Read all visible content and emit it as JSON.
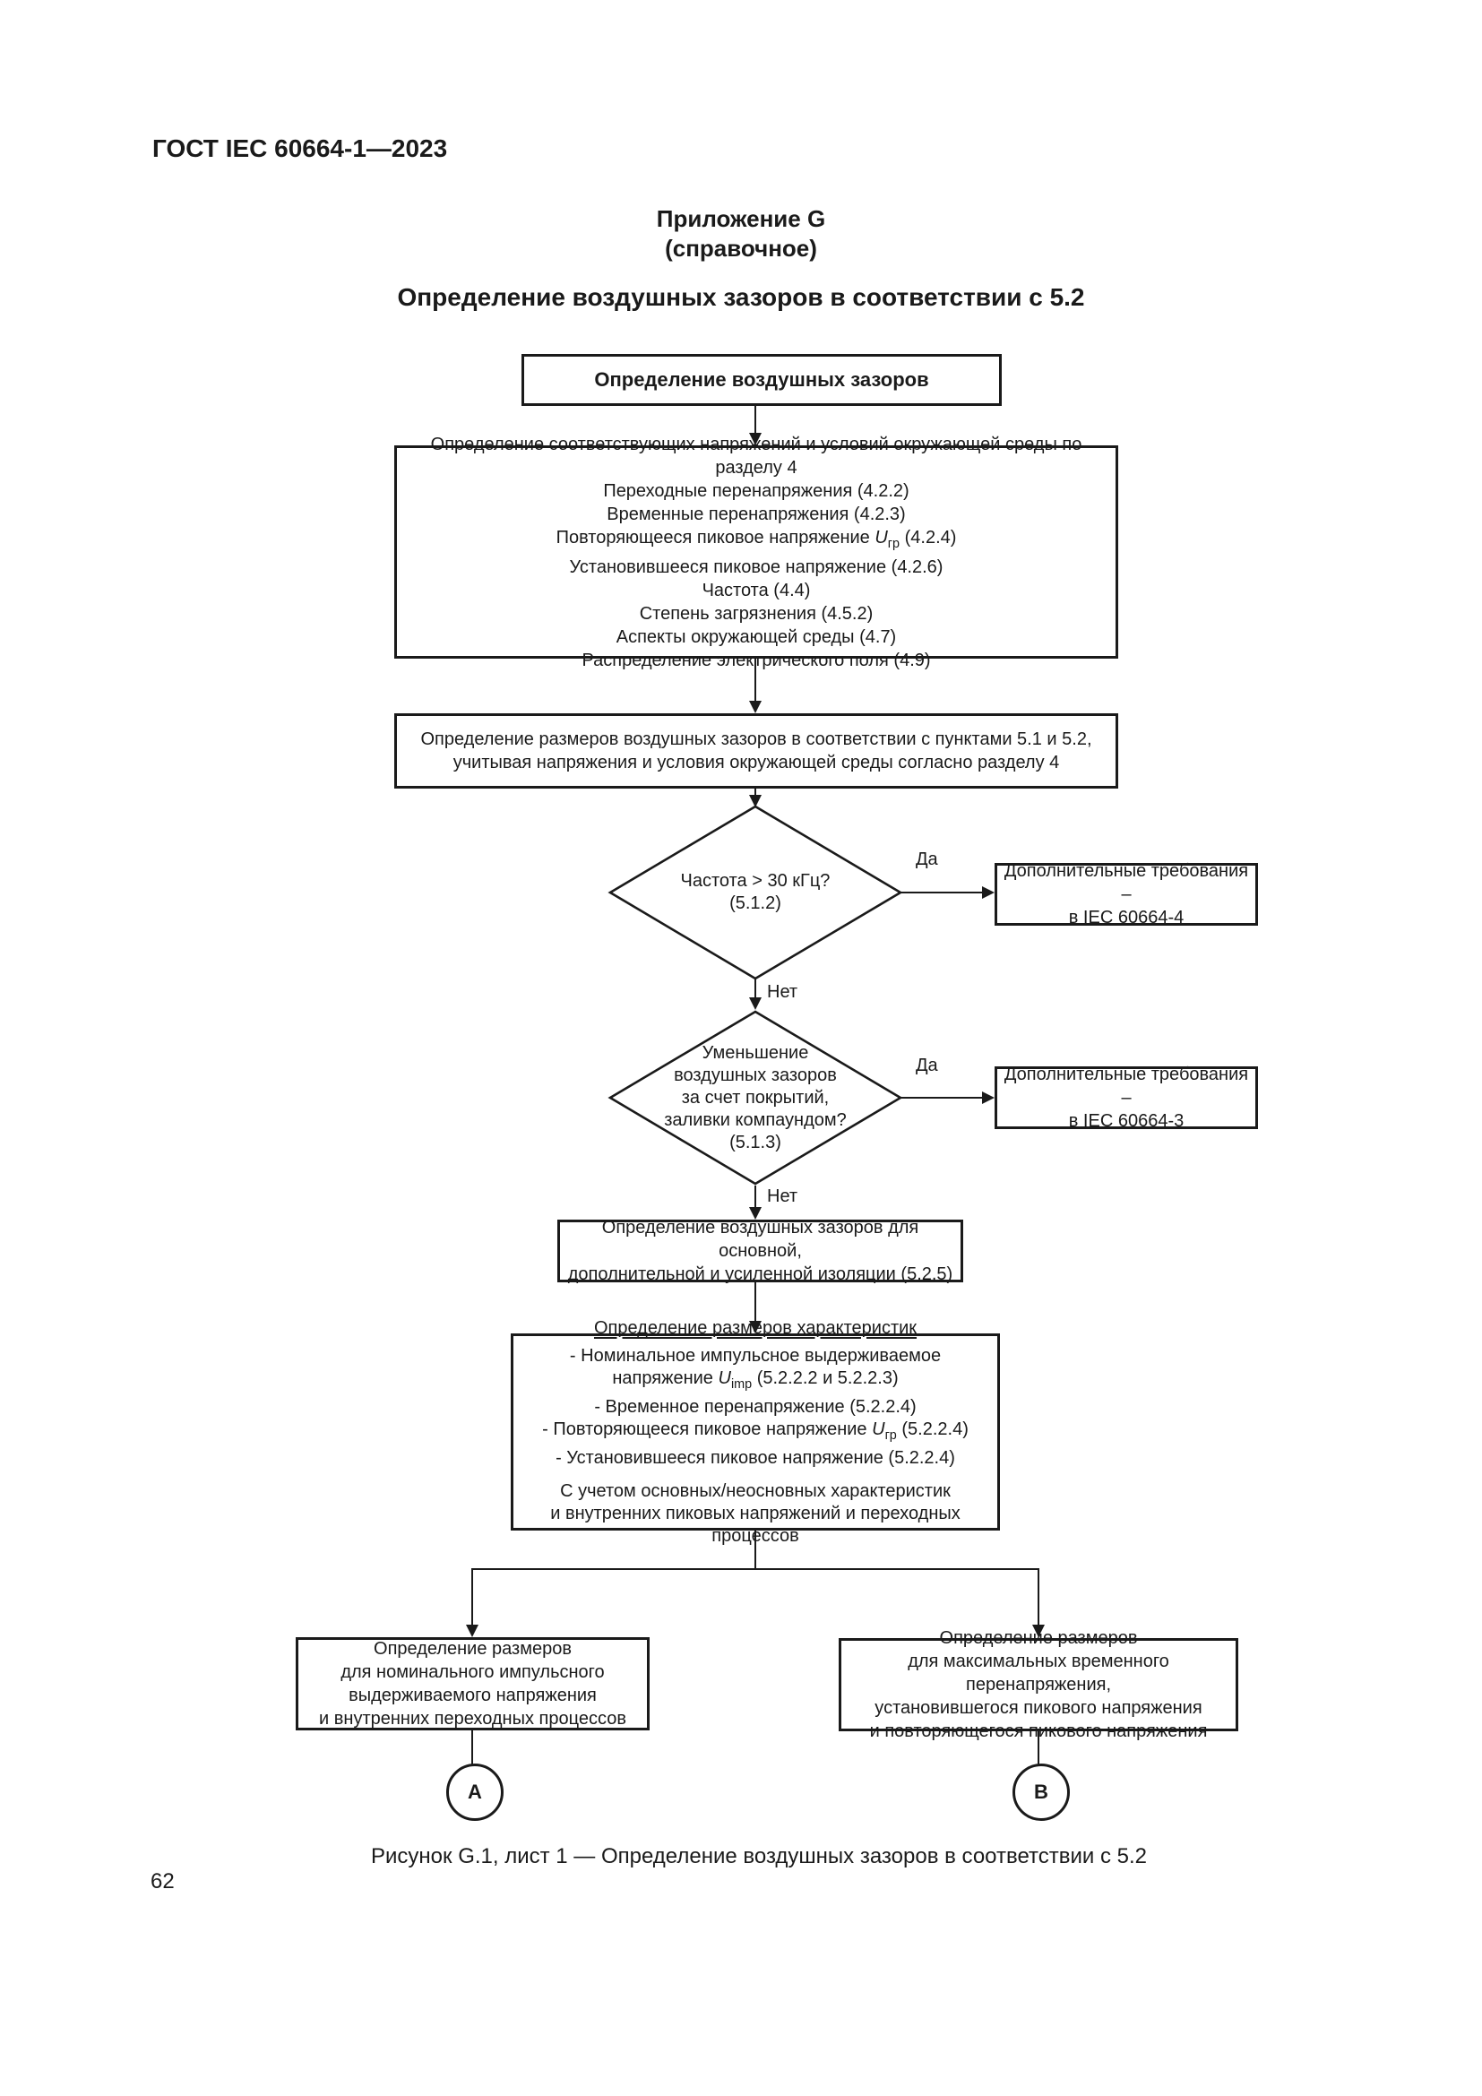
{
  "colors": {
    "ink": "#1a1a1a",
    "background": "#ffffff"
  },
  "page": {
    "header": "ГОСТ IEC 60664-1—2023",
    "appendix_line1": "Приложение G",
    "appendix_line2": "(справочное)",
    "title": "Определение воздушных зазоров в соответствии с 5.2",
    "caption": "Рисунок G.1, лист 1 — Определение воздушных зазоров в соответствии с 5.2",
    "page_number": "62"
  },
  "flowchart": {
    "start_box": {
      "label": "Определение воздушных зазоров"
    },
    "conditions_box": {
      "lines": [
        "Определение соответствующих напряжений и условий окружающей среды по разделу 4",
        "Переходные перенапряжения (4.2.2)",
        "Временные перенапряжения (4.2.3)",
        "Повторяющееся пиковое напряжение {U|гр} (4.2.4)",
        "Установившееся пиковое напряжение (4.2.6)",
        "Частота (4.4)",
        "Степень загрязнения (4.5.2)",
        "Аспекты окружающей среды (4.7)",
        "Распределение электрического поля (4.9)"
      ]
    },
    "sizing_box": {
      "lines": [
        "Определение размеров воздушных зазоров в соответствии с пунктами 5.1 и 5.2,",
        "учитывая напряжения и условия окружающей среды согласно разделу 4"
      ]
    },
    "decision1": {
      "lines": [
        "Частота > 30 кГц?",
        "(5.1.2)"
      ],
      "yes_label": "Да",
      "no_label": "Нет"
    },
    "ref_box1": {
      "lines": [
        "Дополнительные требования –",
        "в IEC 60664-4"
      ]
    },
    "decision2": {
      "lines": [
        "Уменьшение",
        "воздушных зазоров",
        "за счет покрытий,",
        "заливки компаундом?",
        "(5.1.3)"
      ],
      "yes_label": "Да",
      "no_label": "Нет"
    },
    "ref_box2": {
      "lines": [
        "Дополнительные требования –",
        "в IEC 60664-3"
      ]
    },
    "insulation_box": {
      "lines": [
        "Определение воздушных зазоров для основной,",
        "дополнительной и усиленной изоляции (5.2.5)"
      ]
    },
    "characteristics_box": {
      "title": "Определение размеров характеристик",
      "items": [
        "- Номинальное импульсное выдерживаемое",
        "напряжение {U|imp} (5.2.2.2 и 5.2.2.3)",
        "- Временное перенапряжение (5.2.2.4)",
        "- Повторяющееся пиковое напряжение {U|гр} (5.2.2.4)",
        "- Установившееся пиковое напряжение (5.2.2.4)"
      ],
      "footer": [
        "С учетом основных/неосновных характеристик",
        "и внутренних пиковых напряжений и переходных процессов"
      ]
    },
    "left_box": {
      "lines": [
        "Определение размеров",
        "для номинального импульсного",
        "выдерживаемого напряжения",
        "и внутренних переходных процессов"
      ]
    },
    "right_box": {
      "lines": [
        "Определение размеров",
        "для максимальных временного перенапряжения,",
        "установившегося пикового напряжения",
        "и повторяющегося пикового напряжения"
      ]
    },
    "connector_a": "A",
    "connector_b": "B"
  }
}
